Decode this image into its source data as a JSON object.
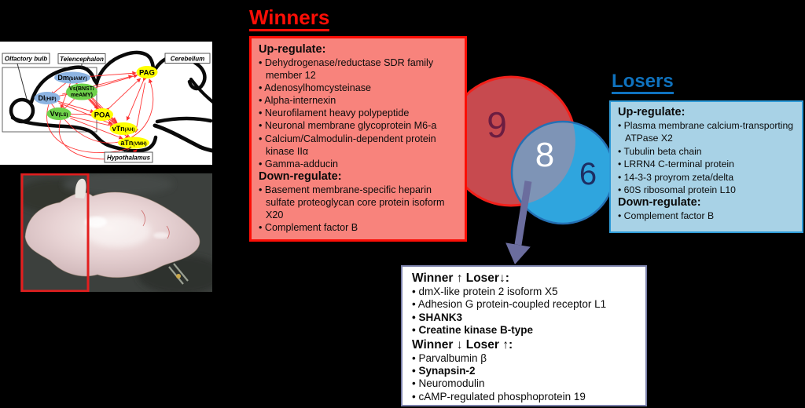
{
  "slide": {
    "background_color": "#000000"
  },
  "diagram": {
    "regions": {
      "olfactory": "Olfactory bulb",
      "telencephalon": "Telencephalon",
      "cerebellum": "Cerebellum",
      "hypothalamus": "Hypothalamus"
    },
    "nodes": {
      "dm": {
        "main": "Dm",
        "sub": "(blAMY)",
        "color": "#8db4e2"
      },
      "vs": {
        "line1": "Vs(BNST/",
        "line2": "meAMY)",
        "color": "#6fd24b"
      },
      "dl": {
        "main": "Dl",
        "sub": "(HIP)",
        "color": "#8db4e2"
      },
      "vv": {
        "main": "Vv",
        "sub": "(LS)",
        "color": "#6fd24b"
      },
      "poa": {
        "main": "POA",
        "color": "#ffff00"
      },
      "pag": {
        "main": "PAG",
        "color": "#ffff00"
      },
      "vtn": {
        "main": "vTn",
        "sub": "(AH)",
        "color": "#ffff00"
      },
      "atn": {
        "main": "aTn",
        "sub": "(VMH)",
        "color": "#ffff00"
      }
    },
    "connection_color": "#ff2020"
  },
  "winners": {
    "title": "Winners",
    "accent_color": "#fb0e06",
    "box_fill": "#f8837c",
    "up_label": "Up-regulate:",
    "up_items": [
      "Dehydrogenase/reductase SDR family member 12",
      "Adenosylhomcysteinase",
      "Alpha-internexin",
      "Neurofilament heavy polypeptide",
      "Neuronal membrane glycoprotein M6-a",
      "Calcium/Calmodulin-dependent protein kinase IIα",
      "Gamma-adducin"
    ],
    "down_label": "Down-regulate:",
    "down_items": [
      "Basement membrane-specific heparin sulfate proteoglycan core protein isoform X20",
      "Complement factor B"
    ]
  },
  "losers": {
    "title": "Losers",
    "accent_color": "#0f72be",
    "box_fill": "#a8d2e6",
    "up_label": "Up-regulate:",
    "up_items": [
      "Plasma membrane calcium-transporting ATPase X2",
      "Tubulin beta chain",
      "LRRN4 C-terminal protein",
      "14-3-3 proyrom zeta/delta",
      "60S ribosomal protein L10"
    ],
    "down_label": "Down-regulate:",
    "down_items": [
      "Complement factor B"
    ]
  },
  "venn": {
    "winners_only": "9",
    "shared": "8",
    "losers_only": "6",
    "red_fill": "#c74a4f",
    "red_stroke": "#f2201a",
    "blue_fill": "#2fa5de",
    "blue_stroke": "#2470b4",
    "overlap_fill": "#7e94b6",
    "arrow_color": "#6b6d9e"
  },
  "comparison": {
    "up_header": "Winner ↑ Loser↓:",
    "up_items": [
      "dmX-like protein 2 isoform X5",
      "Adhesion G protein-coupled receptor L1",
      "SHANK3",
      "Creatine kinase B-type"
    ],
    "down_header": "Winner ↓ Loser ↑:",
    "down_items": [
      "Parvalbumin β",
      "Synapsin-2",
      "Neuromodulin",
      "cAMP-regulated phosphoprotein 19"
    ]
  }
}
